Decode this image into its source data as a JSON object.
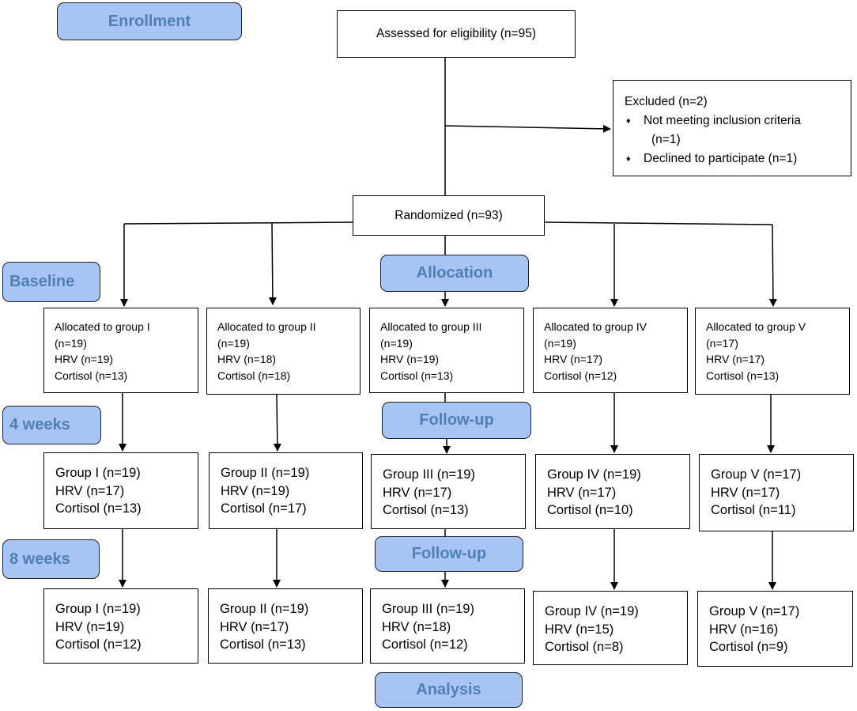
{
  "phases": {
    "enrollment": "Enrollment",
    "baseline": "Baseline",
    "allocation": "Allocation",
    "week4": "4 weeks",
    "followup1": "Follow-up",
    "week8": "8 weeks",
    "followup2": "Follow-up",
    "analysis": "Analysis"
  },
  "assessed": "Assessed for eligibility (n=95)",
  "excluded": {
    "title": "Excluded (n=2)",
    "bullet_symbol": "♦",
    "item1_line1": "Not meeting inclusion criteria",
    "item1_line2": "(n=1)",
    "item2": "Declined to participate (n=1)"
  },
  "randomized": "Randomized (n=93)",
  "allocation_boxes": [
    {
      "label": "Allocated to group I",
      "n": "(n=19)",
      "hrv": "HRV (n=19)",
      "cortisol": "Cortisol (n=13)"
    },
    {
      "label": "Allocated to group II",
      "n": "(n=19)",
      "hrv": "HRV (n=18)",
      "cortisol": "Cortisol (n=18)"
    },
    {
      "label": "Allocated to group III",
      "n": "(n=19)",
      "hrv": "HRV (n=19)",
      "cortisol": "Cortisol (n=13)"
    },
    {
      "label": "Allocated to group IV",
      "n": "(n=19)",
      "hrv": "HRV (n=17)",
      "cortisol": "Cortisol (n=12)"
    },
    {
      "label": "Allocated to group V",
      "n": "(n=17)",
      "hrv": "HRV (n=17)",
      "cortisol": "Cortisol (n=13)"
    }
  ],
  "week4_boxes": [
    {
      "group": "Group I (n=19)",
      "hrv": "HRV (n=17)",
      "cortisol": "Cortisol (n=13)"
    },
    {
      "group": "Group II (n=19)",
      "hrv": "HRV (n=19)",
      "cortisol": "Cortisol (n=17)"
    },
    {
      "group": "Group III (n=19)",
      "hrv": "HRV (n=17)",
      "cortisol": "Cortisol (n=13)"
    },
    {
      "group": "Group IV (n=19)",
      "hrv": "HRV (n=17)",
      "cortisol": "Cortisol (n=10)"
    },
    {
      "group": "Group V (n=17)",
      "hrv": "HRV (n=17)",
      "cortisol": "Cortisol (n=11)"
    }
  ],
  "week8_boxes": [
    {
      "group": "Group I (n=19)",
      "hrv": "HRV (n=19)",
      "cortisol": "Cortisol (n=12)"
    },
    {
      "group": "Group II (n=19)",
      "hrv": "HRV (n=17)",
      "cortisol": "Cortisol (n=13)"
    },
    {
      "group": "Group III (n=19)",
      "hrv": "HRV (n=18)",
      "cortisol": "Cortisol (n=12)"
    },
    {
      "group": "Group IV (n=19)",
      "hrv": "HRV (n=15)",
      "cortisol": "Cortisol (n=8)"
    },
    {
      "group": "Group V (n=17)",
      "hrv": "HRV (n=16)",
      "cortisol": "Cortisol (n=9)"
    }
  ],
  "colors": {
    "tag_fill": "#a8c4f5",
    "tag_text": "#4f7fb3",
    "line": "#000000"
  }
}
